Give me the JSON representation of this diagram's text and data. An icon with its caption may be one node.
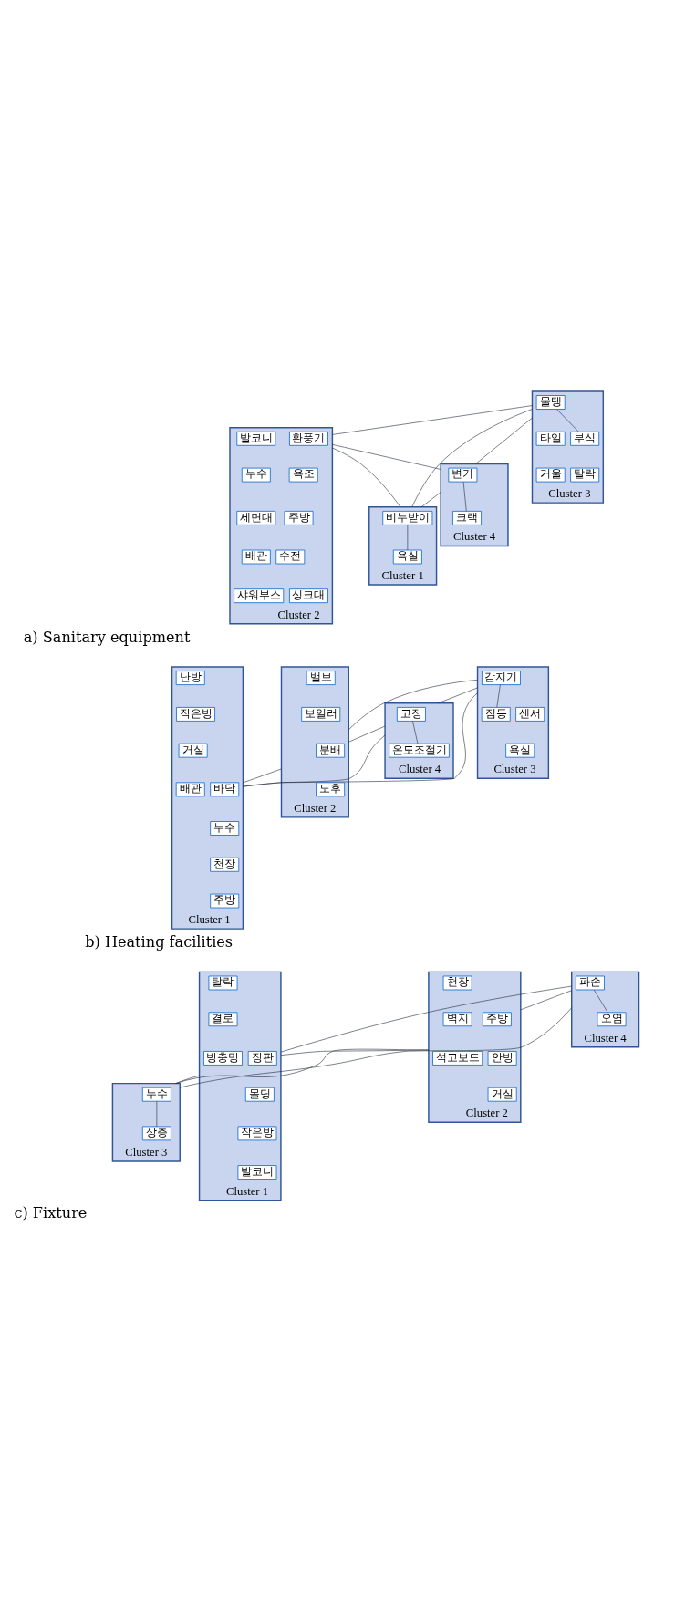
{
  "diagram": {
    "nodes": [
      {
        "text": [
          "Cluster 3"
        ]
      },
      {
        "text": [
          "물탱"
        ],
        "in": 0
      },
      {
        "text": [
          "부식"
        ],
        "in": 0
      },
      {
        "text": [
          "타일"
        ],
        "in": 0
      },
      {
        "text": [
          "탈락"
        ],
        "in": 0
      },
      {
        "text": [
          "거울"
        ],
        "in": 0
      },
      {
        "text": [
          "Cluster 2"
        ]
      },
      {
        "text": [
          "환풍기"
        ],
        "in": 6
      },
      {
        "text": [
          "발코니"
        ],
        "in": 6
      },
      {
        "text": [
          "욕조"
        ],
        "in": 6
      },
      {
        "text": [
          "누수"
        ],
        "in": 6
      },
      {
        "text": [
          "주방"
        ],
        "in": 6
      },
      {
        "text": [
          "세면대"
        ],
        "in": 6
      },
      {
        "text": [
          "수전"
        ],
        "in": 6
      },
      {
        "text": [
          "배관"
        ],
        "in": 6
      },
      {
        "text": [
          "싱크대"
        ],
        "in": 6
      },
      {
        "text": [
          "샤워부스"
        ],
        "in": 6
      },
      {
        "text": [
          "Cluster 4"
        ]
      },
      {
        "text": [
          "변기"
        ],
        "in": 17
      },
      {
        "text": [
          "크랙"
        ],
        "in": 17
      },
      {
        "text": [
          "Cluster 1"
        ]
      },
      {
        "text": [
          "비누받이"
        ],
        "in": 20
      },
      {
        "text": [
          "욕실"
        ],
        "in": 20
      },
      {
        "text": [
          "Cluster 3"
        ]
      },
      {
        "text": [
          "감지기"
        ],
        "in": 23
      },
      {
        "text": [
          "점등"
        ],
        "in": 23
      },
      {
        "text": [
          "센서"
        ],
        "in": 23
      },
      {
        "text": [
          "욕실"
        ],
        "in": 23
      },
      {
        "text": [
          "Cluster 4"
        ]
      },
      {
        "text": [
          "고장"
        ],
        "in": 28
      },
      {
        "text": [
          "온도조절기"
        ],
        "in": 28
      },
      {
        "text": [
          "Cluster 2"
        ]
      },
      {
        "text": [
          "분배"
        ],
        "in": 31
      },
      {
        "text": [
          "밸브"
        ],
        "in": 31
      },
      {
        "text": [
          "노후"
        ],
        "in": 31
      },
      {
        "text": [
          "보일러"
        ],
        "in": 31
      },
      {
        "text": [
          "Cluster 1"
        ]
      },
      {
        "text": [
          "바닥"
        ],
        "in": 36
      },
      {
        "text": [
          "난방"
        ],
        "in": 36
      },
      {
        "text": [
          "누수"
        ],
        "in": 36
      },
      {
        "text": [
          "작은방"
        ],
        "in": 36
      },
      {
        "text": [
          "천장"
        ],
        "in": 36
      },
      {
        "text": [
          "거실"
        ],
        "in": 36
      },
      {
        "text": [
          "주방"
        ],
        "in": 36
      },
      {
        "text": [
          "배관"
        ],
        "in": 36
      },
      {
        "text": [
          "Cluster 4"
        ]
      },
      {
        "text": [
          "파손"
        ],
        "in": 45
      },
      {
        "text": [
          "오염"
        ],
        "in": 45
      },
      {
        "text": [
          "Cluster 2"
        ]
      },
      {
        "text": [
          "주방"
        ],
        "in": 48
      },
      {
        "text": [
          "천장"
        ],
        "in": 48
      },
      {
        "text": [
          "안방"
        ],
        "in": 48
      },
      {
        "text": [
          "벽지"
        ],
        "in": 48
      },
      {
        "text": [
          "거실"
        ],
        "in": 48
      },
      {
        "text": [
          "석고보드"
        ],
        "in": 48
      },
      {
        "text": [
          "Cluster 1"
        ]
      },
      {
        "text": [
          "장판"
        ],
        "in": 55
      },
      {
        "text": [
          "탈락"
        ],
        "in": 55
      },
      {
        "text": [
          "몰딩"
        ],
        "in": 55
      },
      {
        "text": [
          "결로"
        ],
        "in": 55
      },
      {
        "text": [
          "작은방"
        ],
        "in": 55
      },
      {
        "text": [
          "방충망"
        ],
        "in": 55
      },
      {
        "text": [
          "발코니"
        ],
        "in": 55
      },
      {
        "text": [
          "Cluster 3"
        ]
      },
      {
        "text": [
          "누수"
        ],
        "in": 63
      },
      {
        "text": [
          "상층"
        ],
        "in": 63
      }
    ],
    "edges": [
      {
        "from": 0,
        "to": 6,
        "arrow": "none"
      },
      {
        "from": 0,
        "to": 17,
        "arrow": "none"
      },
      {
        "from": 0,
        "to": 20,
        "arrow": "none"
      },
      {
        "from": 6,
        "to": 17,
        "arrow": "none"
      },
      {
        "from": 6,
        "to": 20,
        "arrow": "none"
      },
      {
        "from": 17,
        "to": 20,
        "arrow": "none"
      },
      {
        "from": 1,
        "to": 2,
        "arrow": "none"
      },
      {
        "from": 18,
        "to": 19,
        "arrow": "none"
      },
      {
        "from": 21,
        "to": 22,
        "arrow": "none"
      },
      {
        "from": 23,
        "to": 28,
        "arrow": "none"
      },
      {
        "from": 23,
        "to": 31,
        "arrow": "none"
      },
      {
        "from": 23,
        "to": 36,
        "arrow": "none"
      },
      {
        "from": 28,
        "to": 31,
        "arrow": "none"
      },
      {
        "from": 28,
        "to": 36,
        "arrow": "none"
      },
      {
        "from": 31,
        "to": 36,
        "arrow": "none"
      },
      {
        "from": 24,
        "to": 25,
        "arrow": "none"
      },
      {
        "from": 29,
        "to": 30,
        "arrow": "none"
      },
      {
        "from": 45,
        "to": 48,
        "arrow": "none"
      },
      {
        "from": 45,
        "to": 55,
        "arrow": "none"
      },
      {
        "from": 45,
        "to": 63,
        "arrow": "none"
      },
      {
        "from": 48,
        "to": 55,
        "arrow": "none"
      },
      {
        "from": 48,
        "to": 63,
        "arrow": "none"
      },
      {
        "from": 55,
        "to": 63,
        "arrow": "none"
      },
      {
        "from": 46,
        "to": 47,
        "arrow": "none"
      },
      {
        "from": 64,
        "to": 65,
        "arrow": "none"
      }
    ],
    "labels": [
      "a) Sanitary equipment",
      "b) Heating facilities",
      "c) Fixture"
    ]
  }
}
